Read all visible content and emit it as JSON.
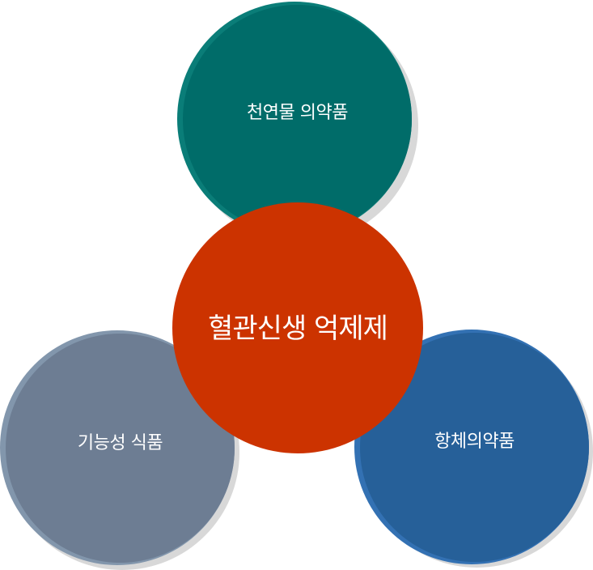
{
  "diagram": {
    "center": {
      "label": "혈관신생 억제제",
      "color": "#cc3300"
    },
    "top": {
      "label": "천연물 의약품",
      "color": "#006c69"
    },
    "left": {
      "label": "기능성 식품",
      "color": "#6d7d93"
    },
    "right": {
      "label": "항체의약품",
      "color": "#266099"
    }
  }
}
